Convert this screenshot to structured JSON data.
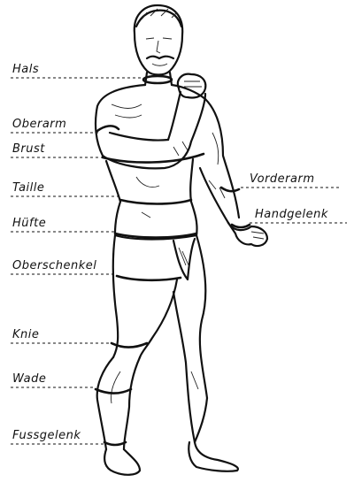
{
  "labels": {
    "hals": "Hals",
    "oberarm": "Oberarm",
    "brust": "Brust",
    "taille": "Taille",
    "huefte": "Hüfte",
    "oberschenkel": "Oberschenkel",
    "knie": "Knie",
    "wade": "Wade",
    "fussgelenk": "Fussgelenk",
    "vorderarm": "Vorderarm",
    "handgelenk": "Handgelenk"
  },
  "colors": {
    "ink": "#111111",
    "paper": "#ffffff"
  }
}
